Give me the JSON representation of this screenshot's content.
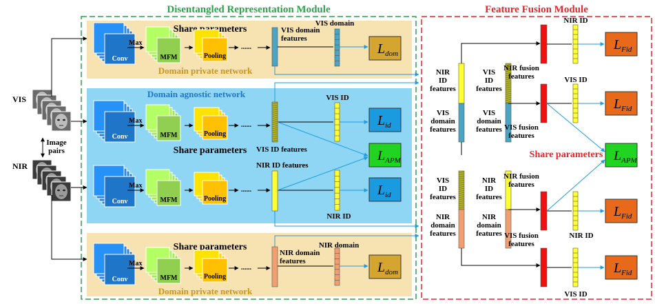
{
  "colors": {
    "drm_border": "#2ca24a",
    "ffm_border": "#e6262a",
    "private_bg": "#f7e2b1",
    "agnostic_bg": "#8ed6f4",
    "conv": "#1f76c8",
    "mfm": "#91cf50",
    "pooling": "#ffc000",
    "dom_loss": "#d4a630",
    "id_loss": "#1a9be0",
    "apm_loss": "#22d422",
    "fid_loss": "#e8691a",
    "vis_domain_bar": "#4ba4c2",
    "vis_id_bar": "#b4b41e",
    "nir_id_bar": "#ffff33",
    "nir_domain_bar": "#f0a070",
    "fusion_bar": "#ee1111",
    "arrow": "#1f9be0",
    "agnostic_title": "#1f76c8",
    "private_title": "#c9961e",
    "share_red": "#e6262a"
  },
  "titles": {
    "drm": "Disentangled  Representation  Module",
    "ffm": "Feature Fusion Module"
  },
  "left": {
    "vis": "VIS",
    "nir": "NIR",
    "pairs_line1": "Image",
    "pairs_line2": "pairs"
  },
  "cnn": {
    "conv": "Conv",
    "max": "Max",
    "mfm": "MFM",
    "pooling": "Pooling",
    "dots": "......"
  },
  "drm": {
    "share_parameters": "Share parameters",
    "domain_private_network": "Domain private network",
    "domain_agnostic_network": "Domain  agnostic network",
    "vis_domain_features_1": "VIS domain",
    "vis_domain_features_2": "features",
    "vis_domain": "VIS domain",
    "vis_id": "VIS ID",
    "vis_id_features": "VIS ID  features",
    "nir_id_features": "NIR ID  features",
    "nir_id": "NIR ID",
    "nir_domain_features_1": "NIR domain",
    "nir_domain_features_2": "features",
    "nir_domain": "NIR domain"
  },
  "losses": {
    "L": "L",
    "dom": "dom",
    "id": "id",
    "apm": "APM",
    "fid": "Fid"
  },
  "ffm": {
    "nir_id_features": [
      "NIR",
      "ID",
      "features"
    ],
    "vis_domain_features": [
      "VIS",
      "domain",
      "features"
    ],
    "vis_id_features": [
      "VIS",
      "ID",
      "features"
    ],
    "nir_domain_features": [
      "NIR",
      "domain",
      "features"
    ],
    "nir_fusion_features": [
      "NIR fusion",
      "features"
    ],
    "vis_fusion_features": [
      "VIS fusion",
      "features"
    ],
    "nir_id": "NIR ID",
    "vis_id": "VIS ID",
    "share_parameters": "Share parameters"
  }
}
